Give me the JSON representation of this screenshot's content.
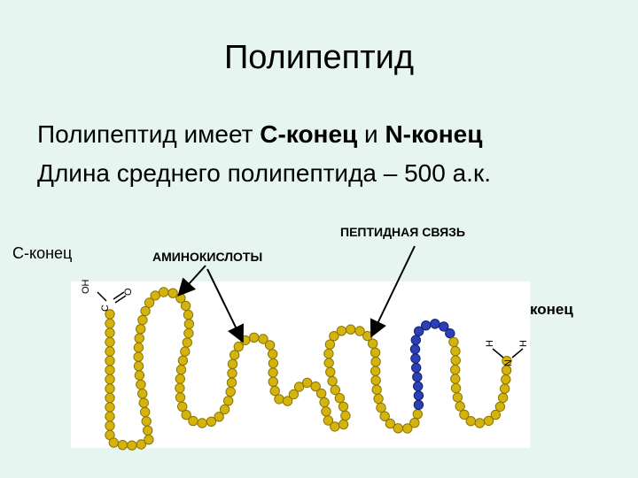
{
  "slide": {
    "title": "Полипептид",
    "line1": {
      "prefix": "Полипептид имеет ",
      "c_term": "С-конец",
      "and": " и ",
      "n_term": "N-конец"
    },
    "line2": "Длина среднего полипептида – 500 а.к."
  },
  "figure": {
    "c_end_label": "С-конец",
    "amino_label": "АМИНОКИСЛОТЫ",
    "bond_label": "ПЕПТИДНАЯ СВЯЗЬ",
    "n_end_label": "N-конец",
    "c_group": {
      "oh": "OH",
      "c": "C",
      "o": "O"
    },
    "n_group": {
      "h1": "H",
      "h2": "H",
      "n": "N"
    },
    "colors": {
      "bead": "#d4b40c",
      "bead_dark": "#8a7400",
      "highlight_bead": "#2a3fb8",
      "panel": "#ffffff",
      "background": "#e6f5f0"
    }
  }
}
